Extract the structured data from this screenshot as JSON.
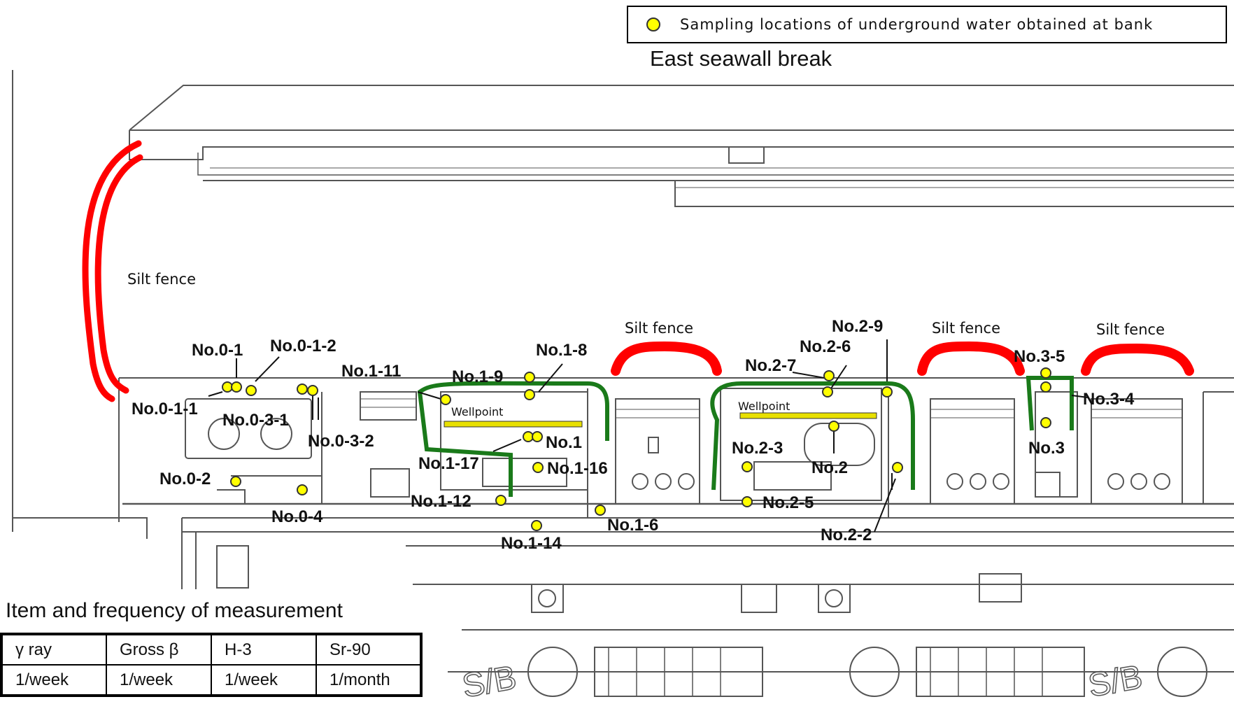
{
  "legend": {
    "marker": "yellow-circle",
    "text": "Sampling locations of underground water obtained at bank"
  },
  "title": "East seawall break",
  "silt_fence_labels": [
    "Silt fence",
    "Silt fence",
    "Silt fence",
    "Silt fence"
  ],
  "wellpoint_labels": [
    "Wellpoint",
    "Wellpoint"
  ],
  "sampling_points": {
    "no_0_1": "No.0-1",
    "no_0_1_2": "No.0-1-2",
    "no_0_1_1": "No.0-1-1",
    "no_0_3_1": "No.0-3-1",
    "no_0_3_2": "No.0-3-2",
    "no_0_2": "No.0-2",
    "no_0_4": "No.0-4",
    "no_1_11": "No.1-11",
    "no_1_9": "No.1-9",
    "no_1_8": "No.1-8",
    "no_1": "No.1",
    "no_1_17": "No.1-17",
    "no_1_16": "No.1-16",
    "no_1_12": "No.1-12",
    "no_1_6": "No.1-6",
    "no_1_14": "No.1-14",
    "no_2_9": "No.2-9",
    "no_2_6": "No.2-6",
    "no_2_7": "No.2-7",
    "no_2_3": "No.2-3",
    "no_2": "No.2",
    "no_2_5": "No.2-5",
    "no_2_2": "No.2-2",
    "no_3_5": "No.3-5",
    "no_3_4": "No.3-4",
    "no_3": "No.3"
  },
  "building_labels": [
    "S/B",
    "S/B"
  ],
  "measurement": {
    "title": "Item and frequency of measurement",
    "headers": [
      "γ ray",
      "Gross β",
      "H-3",
      "Sr-90"
    ],
    "frequencies": [
      "1/week",
      "1/week",
      "1/week",
      "1/month"
    ]
  },
  "colors": {
    "silt_fence": "#ff0000",
    "impermeable_wall": "#1a7a1a",
    "wellpoint": "#e8e000",
    "sampling_point": "#ffff00",
    "structure_line": "#555555"
  }
}
